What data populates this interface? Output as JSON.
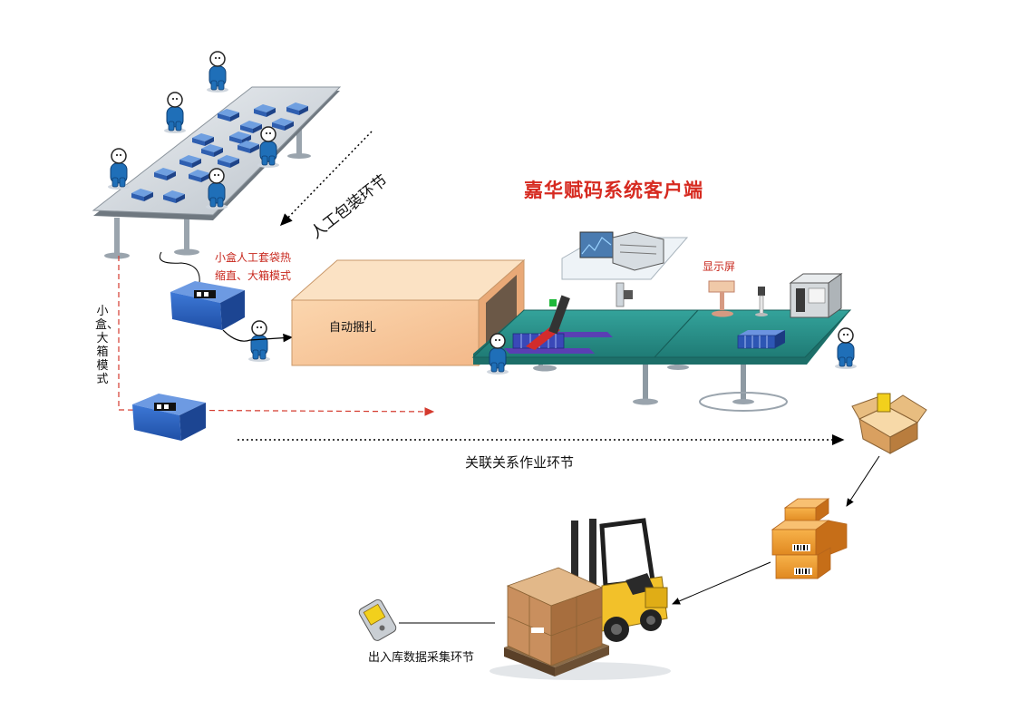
{
  "title": "嘉华赋码系统客户端",
  "labels": {
    "manual_packing": "人工包装环节",
    "small_box_line1": "小盒人工套袋热",
    "small_box_line2": "缩直、大箱模式",
    "auto_bundling": "自动捆扎",
    "vertical_mode": "小盒、大箱模式",
    "display_screen": "显示屏",
    "association": "关联关系作业环节",
    "warehouse_collection": "出入库数据采集环节"
  },
  "colors": {
    "title": "#d62a20",
    "annotation_red": "#c8281e",
    "worker_blue": "#1f6fb8",
    "table_teal": "#2a8f88",
    "box_orange": "#f2a23a",
    "crate_blue": "#2f66c9",
    "bundler_peach": "#f8c99a"
  }
}
